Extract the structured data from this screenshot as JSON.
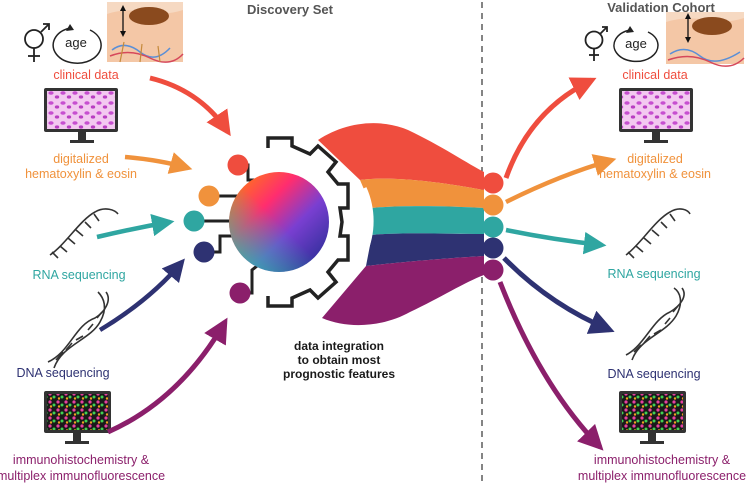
{
  "headers": {
    "discovery": "Discovery Set",
    "validation": "Validation Cohort"
  },
  "labels": {
    "clinical": "clinical data",
    "he_line1": "digitalized",
    "he_line2": "hematoxylin & eosin",
    "rna": "RNA sequencing",
    "dna": "DNA sequencing",
    "ihc_line1": "immunohistochemistry &",
    "ihc_line2": "multiplex immunofluorescence"
  },
  "icons": {
    "age": "age"
  },
  "center_caption": {
    "line1": "data integration",
    "line2": "to obtain most",
    "line3": "prognostic features"
  },
  "colors": {
    "clinical": "#ef4d3e",
    "he": "#f0923c",
    "rna": "#2fa6a1",
    "dna": "#2e3272",
    "ihc": "#8b1f6b",
    "header": "#555555"
  }
}
